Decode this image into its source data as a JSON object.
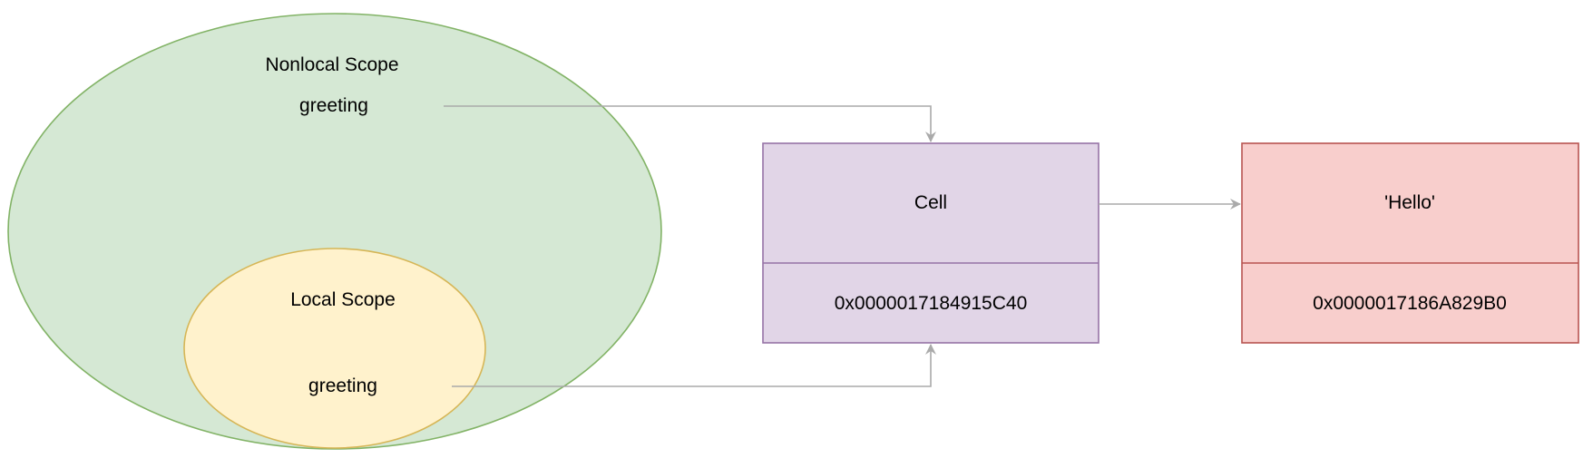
{
  "nonlocal_scope": {
    "title": "Nonlocal Scope",
    "variable": "greeting",
    "fill": "#d5e8d4",
    "stroke": "#82b366"
  },
  "local_scope": {
    "title": "Local Scope",
    "variable": "greeting",
    "fill": "#fff2cc",
    "stroke": "#d6b656"
  },
  "cell_box": {
    "label": "Cell",
    "address": "0x0000017184915C40",
    "fill": "#e1d5e7",
    "stroke": "#9673a6"
  },
  "value_box": {
    "label": "'Hello'",
    "address": "0x0000017186A829B0",
    "fill": "#f8cecc",
    "stroke": "#b85450"
  },
  "arrow_color": "#aaaaaa"
}
